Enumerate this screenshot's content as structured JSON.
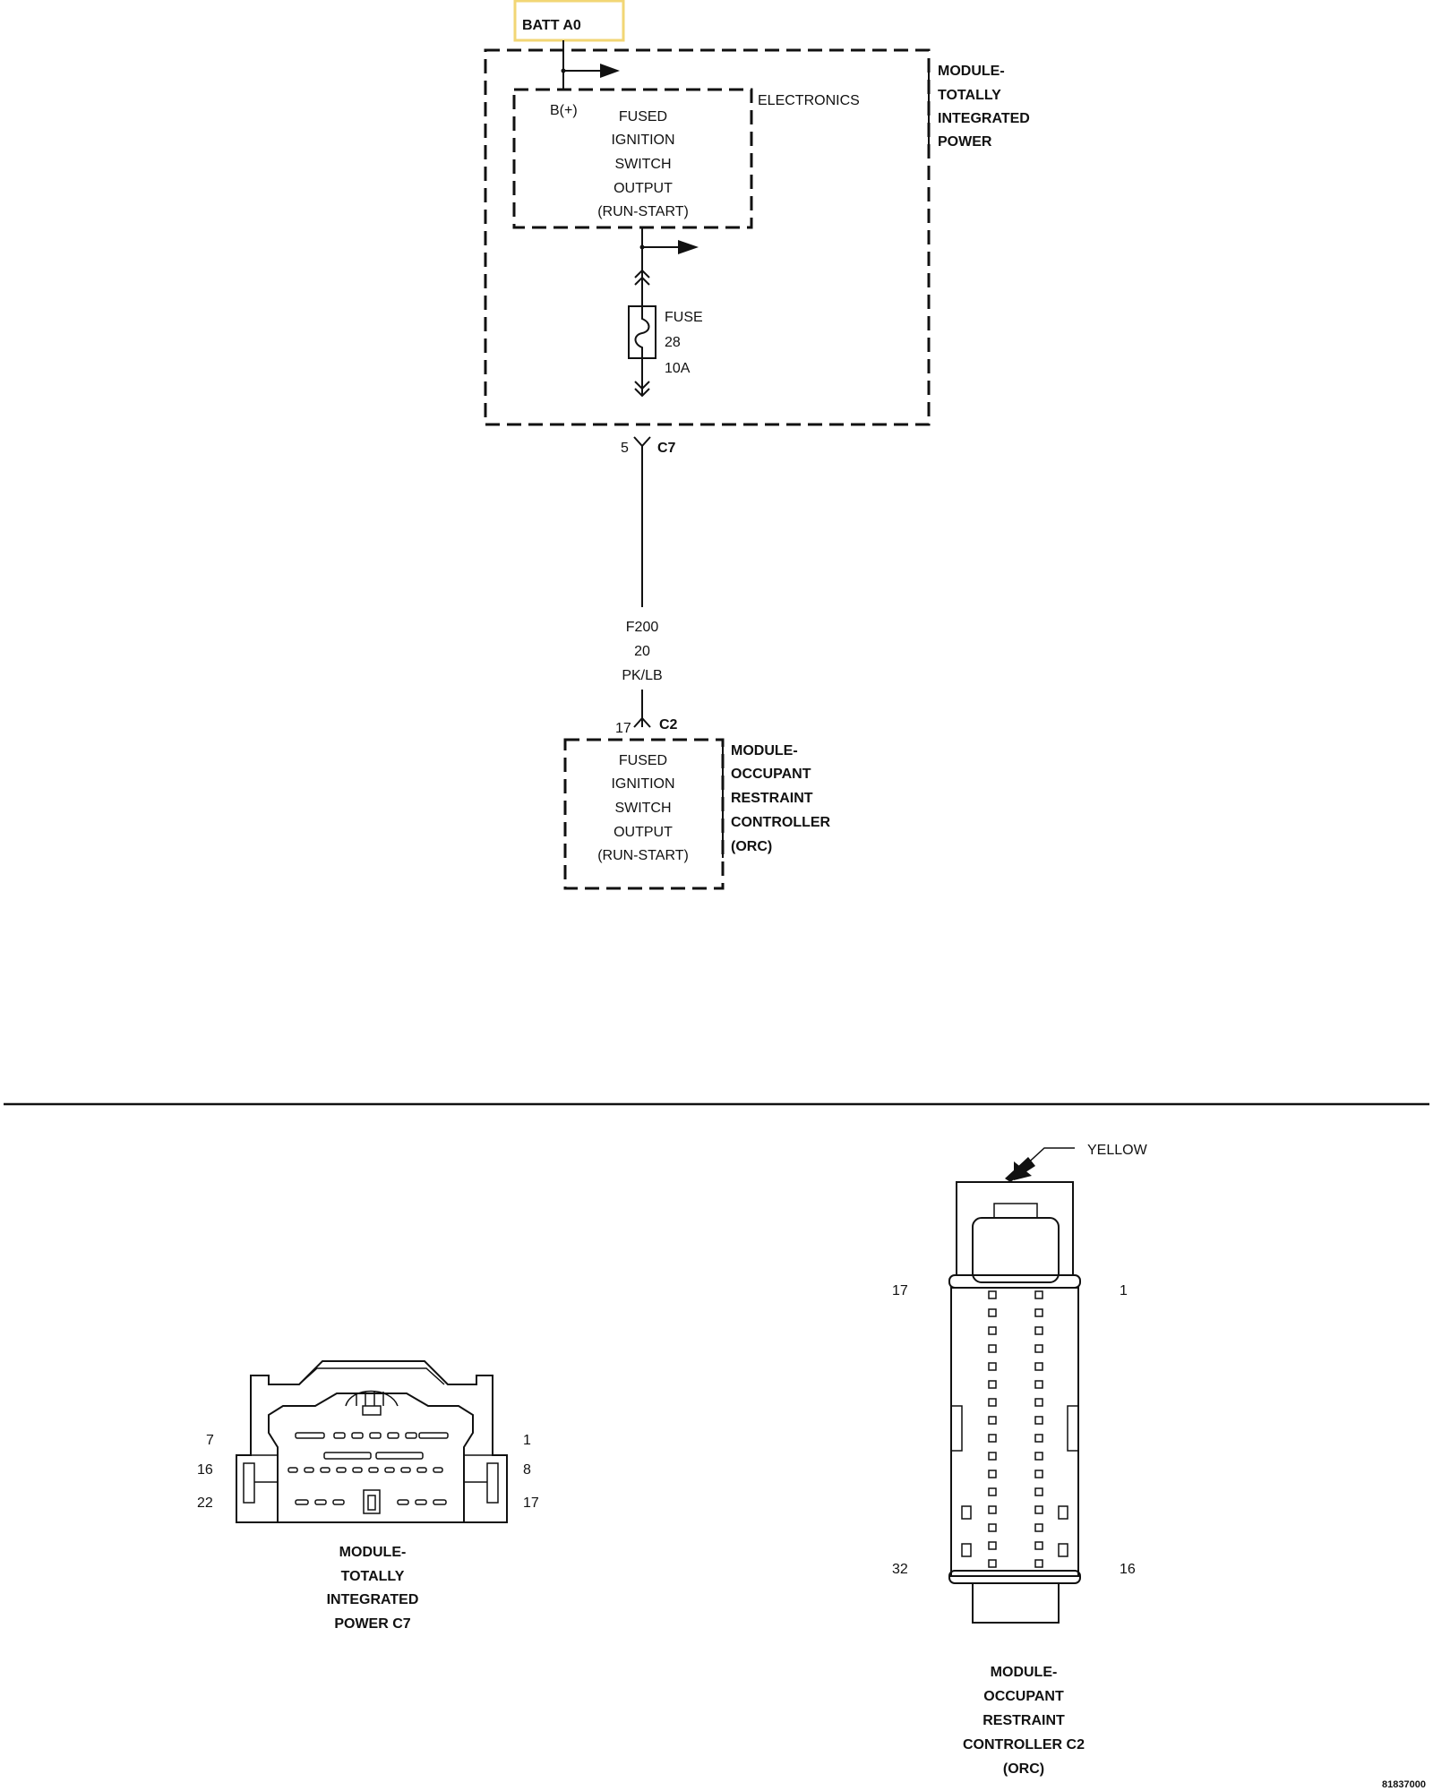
{
  "batt_label": "BATT A0",
  "tipm": {
    "bplus": "B(+)",
    "electronics": "ELECTRONICS",
    "circuit_lines": [
      "FUSED",
      "IGNITION",
      "SWITCH",
      "OUTPUT",
      "(RUN-START)"
    ],
    "module_lines": [
      "MODULE-",
      "TOTALLY",
      "INTEGRATED",
      "POWER"
    ],
    "fuse_lines": [
      "FUSE",
      "28",
      "10A"
    ],
    "connector_pin": "5",
    "connector_name": "C7"
  },
  "wire": {
    "lines": [
      "F200",
      "20",
      "PK/LB"
    ]
  },
  "orc": {
    "connector_pin": "17",
    "connector_name": "C2",
    "circuit_lines": [
      "FUSED",
      "IGNITION",
      "SWITCH",
      "OUTPUT",
      "(RUN-START)"
    ],
    "module_lines": [
      "MODULE-",
      "OCCUPANT",
      "RESTRAINT",
      "CONTROLLER",
      "(ORC)"
    ]
  },
  "c7_view": {
    "pins": [
      "7",
      "1",
      "16",
      "8",
      "22",
      "17"
    ],
    "caption": [
      "MODULE-",
      "TOTALLY",
      "INTEGRATED",
      "POWER C7"
    ]
  },
  "c2_view": {
    "color": "YELLOW",
    "pins": [
      "17",
      "1",
      "32",
      "16"
    ],
    "caption": [
      "MODULE-",
      "OCCUPANT",
      "RESTRAINT",
      "CONTROLLER C2",
      "(ORC)"
    ]
  },
  "doc_id": "81837000",
  "colors": {
    "batt_box": "#f2d675",
    "line": "#111111"
  }
}
